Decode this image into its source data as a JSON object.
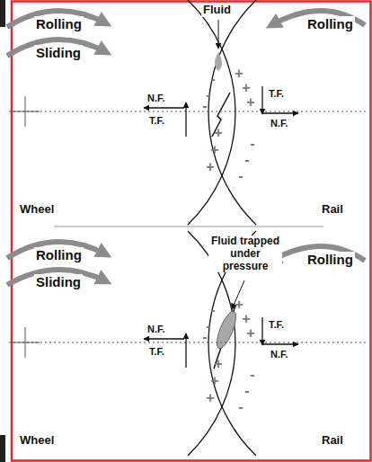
{
  "diagram": {
    "labels": [
      "Rolling",
      "Sliding",
      "Fluid",
      "Rolling",
      "-",
      "-",
      "-",
      "+",
      "+",
      "+",
      "+",
      "+",
      "+",
      "-",
      "-",
      "-",
      "N.F.",
      "T.F.",
      "T.F.",
      "N.F.",
      "Wheel",
      "Rail",
      "Rolling",
      "Sliding",
      "Fluid trapped under pressure",
      "Rolling",
      "-",
      "-",
      "-",
      "+",
      "+",
      "+",
      "+",
      "+",
      "+",
      "-",
      "-",
      "-",
      "N.F.",
      "T.F.",
      "T.F.",
      "N.F.",
      "Wheel",
      "Rail"
    ]
  }
}
